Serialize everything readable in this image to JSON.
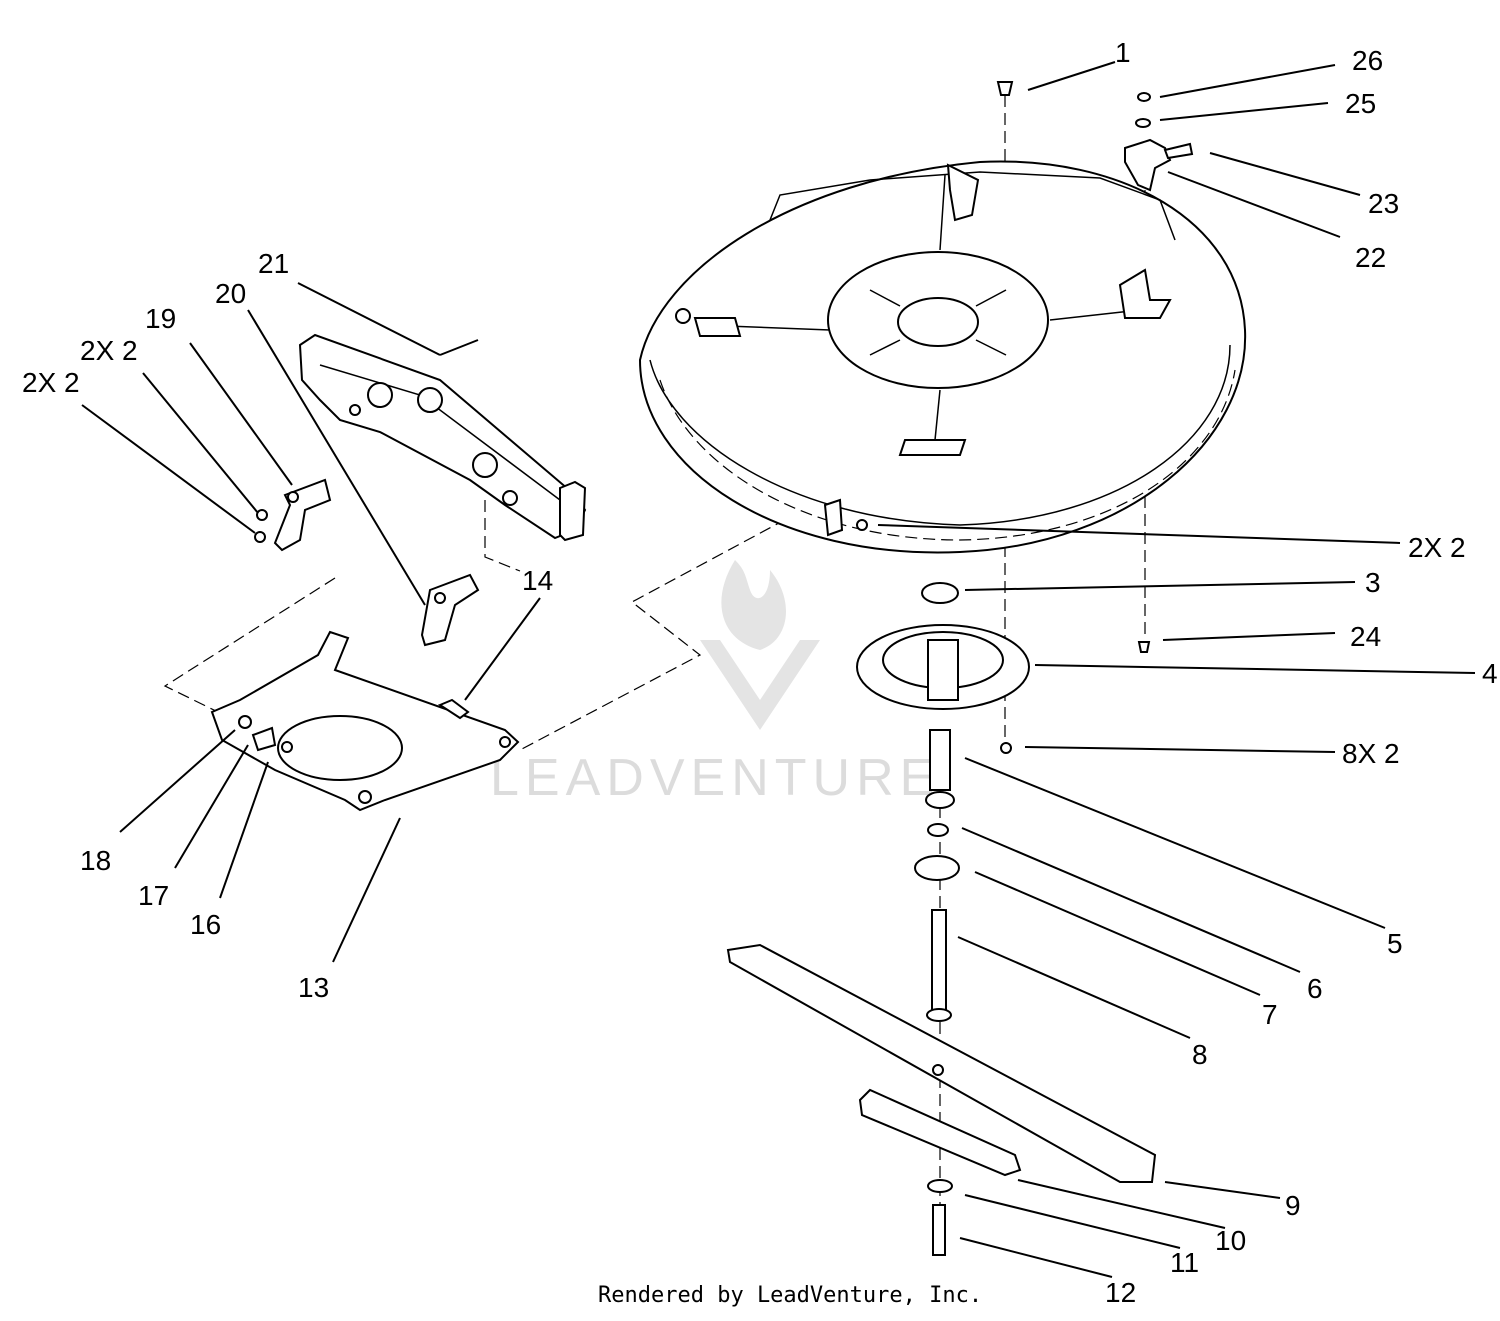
{
  "callouts": [
    {
      "id": "c1",
      "label": "1"
    },
    {
      "id": "c26",
      "label": "26"
    },
    {
      "id": "c25",
      "label": "25"
    },
    {
      "id": "c23",
      "label": "23"
    },
    {
      "id": "c22",
      "label": "22"
    },
    {
      "id": "c21",
      "label": "21"
    },
    {
      "id": "c20",
      "label": "20"
    },
    {
      "id": "c19",
      "label": "19"
    },
    {
      "id": "c2x2a",
      "label": "2X 2"
    },
    {
      "id": "c2x2b",
      "label": "2X 2"
    },
    {
      "id": "c2x2c",
      "label": "2X 2"
    },
    {
      "id": "c3",
      "label": "3"
    },
    {
      "id": "c24",
      "label": "24"
    },
    {
      "id": "c4",
      "label": "4"
    },
    {
      "id": "c8x2",
      "label": "8X 2"
    },
    {
      "id": "c14",
      "label": "14"
    },
    {
      "id": "c5",
      "label": "5"
    },
    {
      "id": "c6",
      "label": "6"
    },
    {
      "id": "c7",
      "label": "7"
    },
    {
      "id": "c8",
      "label": "8"
    },
    {
      "id": "c18",
      "label": "18"
    },
    {
      "id": "c17",
      "label": "17"
    },
    {
      "id": "c16",
      "label": "16"
    },
    {
      "id": "c13",
      "label": "13"
    },
    {
      "id": "c9",
      "label": "9"
    },
    {
      "id": "c10",
      "label": "10"
    },
    {
      "id": "c11",
      "label": "11"
    },
    {
      "id": "c12",
      "label": "12"
    }
  ],
  "watermark": {
    "text": "LEADVENTURE",
    "logo_icon": "leadventure-flame-logo"
  },
  "footer": {
    "text": "Rendered by LeadVenture, Inc."
  }
}
